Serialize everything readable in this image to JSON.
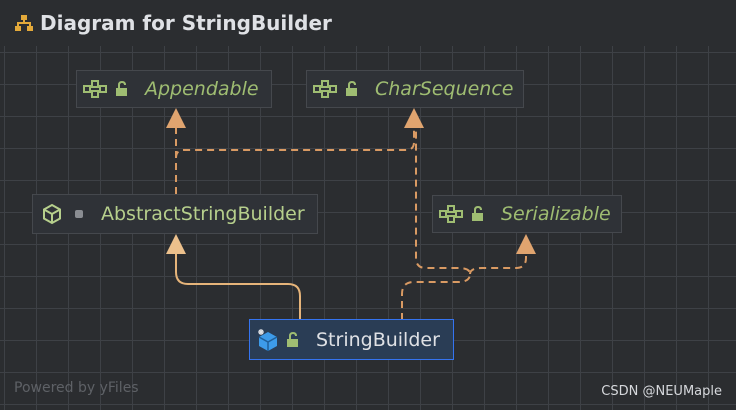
{
  "window": {
    "title": "Diagram for StringBuilder"
  },
  "nodes": {
    "appendable": {
      "label": "Appendable",
      "kind": "interface",
      "icon": "interface-icon",
      "access": "public"
    },
    "charsequence": {
      "label": "CharSequence",
      "kind": "interface",
      "icon": "interface-icon",
      "access": "public"
    },
    "abstractstringbuilder": {
      "label": "AbstractStringBuilder",
      "kind": "abstract-class",
      "icon": "abstract-class-icon",
      "access": "package-private"
    },
    "serializable": {
      "label": "Serializable",
      "kind": "interface",
      "icon": "interface-icon",
      "access": "public"
    },
    "stringbuilder": {
      "label": "StringBuilder",
      "kind": "class",
      "icon": "final-class-icon",
      "access": "public",
      "selected": true
    }
  },
  "footer": {
    "powered_by": "Powered by yFiles",
    "watermark": "CSDN @NEUMaple"
  },
  "colors": {
    "background": "#2b2d30",
    "grid": "#3e4146",
    "extends_edge": "#e6b47a",
    "implements_edge": "#d99a63",
    "interface_text": "#9fbd72",
    "selection_border": "#3574f0"
  }
}
